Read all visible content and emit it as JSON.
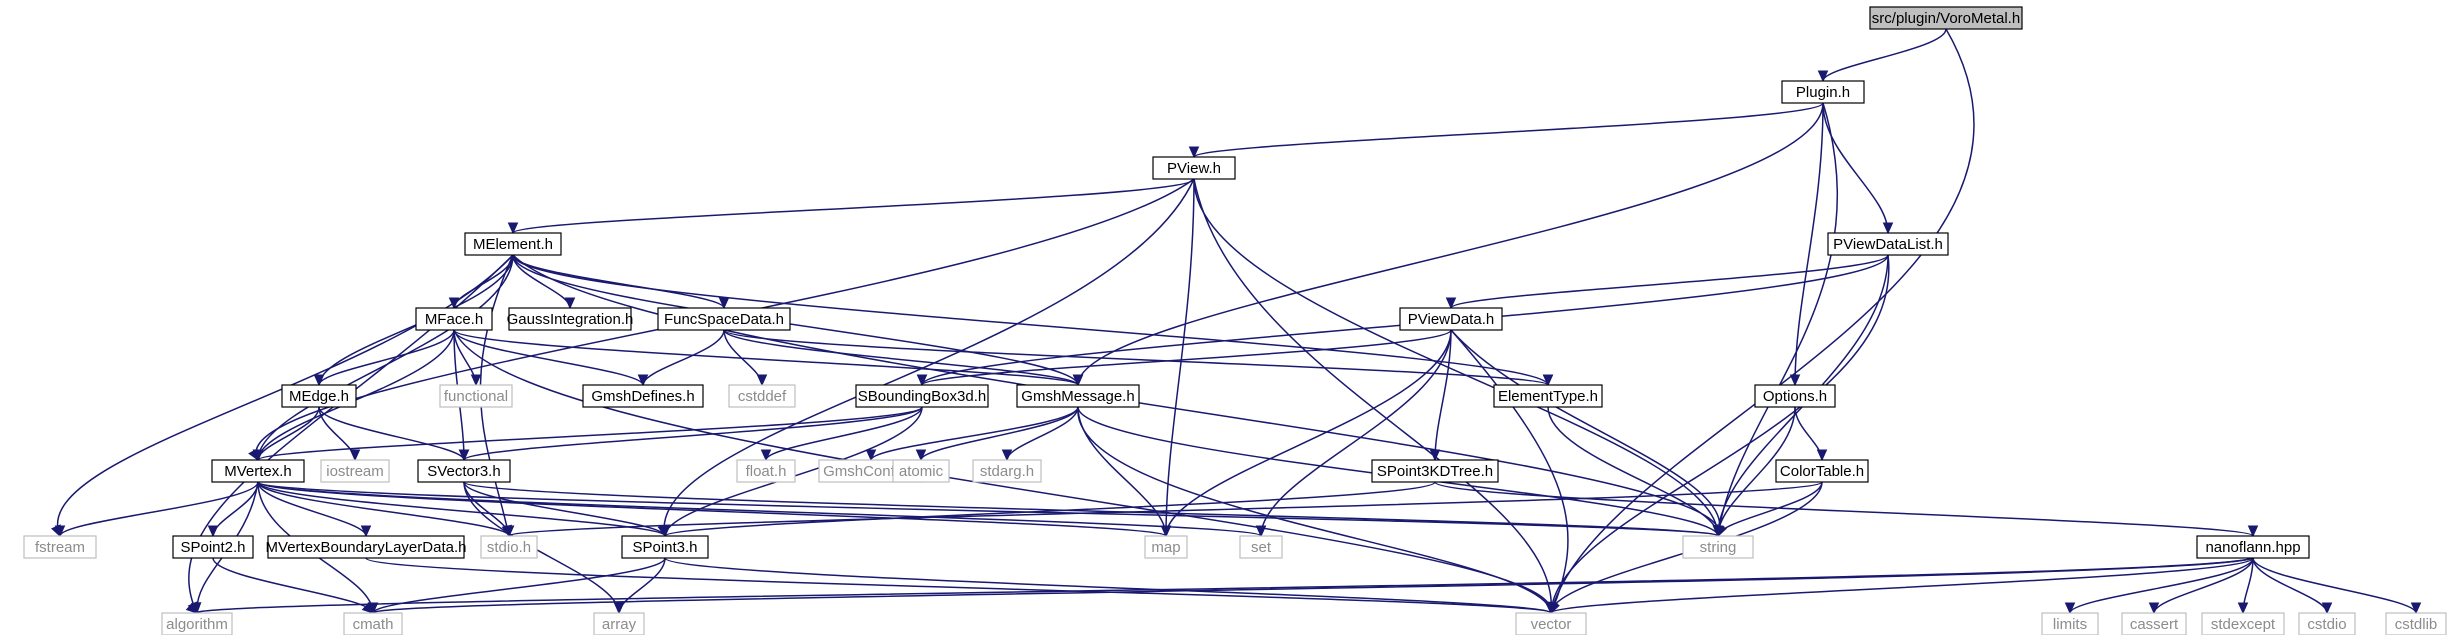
{
  "graph": {
    "nodes": [
      {
        "id": "root",
        "label": "src/plugin/VoroMetal.h",
        "kind": "root"
      },
      {
        "id": "plugin",
        "label": "Plugin.h",
        "kind": "project"
      },
      {
        "id": "pview",
        "label": "PView.h",
        "kind": "project"
      },
      {
        "id": "pviewdatalist",
        "label": "PViewDataList.h",
        "kind": "project"
      },
      {
        "id": "melement",
        "label": "MElement.h",
        "kind": "project"
      },
      {
        "id": "pviewdata",
        "label": "PViewData.h",
        "kind": "project"
      },
      {
        "id": "mface",
        "label": "MFace.h",
        "kind": "project"
      },
      {
        "id": "gaussint",
        "label": "GaussIntegration.h",
        "kind": "project"
      },
      {
        "id": "funcspace",
        "label": "FuncSpaceData.h",
        "kind": "project"
      },
      {
        "id": "options",
        "label": "Options.h",
        "kind": "project"
      },
      {
        "id": "medge",
        "label": "MEdge.h",
        "kind": "project"
      },
      {
        "id": "functional",
        "label": "functional",
        "kind": "system"
      },
      {
        "id": "gmshdefines",
        "label": "GmshDefines.h",
        "kind": "project"
      },
      {
        "id": "cstddef",
        "label": "cstddef",
        "kind": "system"
      },
      {
        "id": "sbbox",
        "label": "SBoundingBox3d.h",
        "kind": "project"
      },
      {
        "id": "gmshmsg",
        "label": "GmshMessage.h",
        "kind": "project"
      },
      {
        "id": "elemtype",
        "label": "ElementType.h",
        "kind": "project"
      },
      {
        "id": "mvertex",
        "label": "MVertex.h",
        "kind": "project"
      },
      {
        "id": "iostream",
        "label": "iostream",
        "kind": "system"
      },
      {
        "id": "svector3",
        "label": "SVector3.h",
        "kind": "project"
      },
      {
        "id": "floath",
        "label": "float.h",
        "kind": "system"
      },
      {
        "id": "gmshconfig",
        "label": "GmshConfig.h",
        "kind": "system"
      },
      {
        "id": "atomic",
        "label": "atomic",
        "kind": "system"
      },
      {
        "id": "stdarg",
        "label": "stdarg.h",
        "kind": "system"
      },
      {
        "id": "spoint3kd",
        "label": "SPoint3KDTree.h",
        "kind": "project"
      },
      {
        "id": "colortable",
        "label": "ColorTable.h",
        "kind": "project"
      },
      {
        "id": "fstream",
        "label": "fstream",
        "kind": "system"
      },
      {
        "id": "spoint2",
        "label": "SPoint2.h",
        "kind": "project"
      },
      {
        "id": "mvblayer",
        "label": "MVertexBoundaryLayerData.h",
        "kind": "project"
      },
      {
        "id": "stdio",
        "label": "stdio.h",
        "kind": "system"
      },
      {
        "id": "spoint3",
        "label": "SPoint3.h",
        "kind": "project"
      },
      {
        "id": "map",
        "label": "map",
        "kind": "system"
      },
      {
        "id": "set",
        "label": "set",
        "kind": "system"
      },
      {
        "id": "string",
        "label": "string",
        "kind": "system"
      },
      {
        "id": "nanoflann",
        "label": "nanoflann.hpp",
        "kind": "project"
      },
      {
        "id": "algorithm",
        "label": "algorithm",
        "kind": "system"
      },
      {
        "id": "cmath",
        "label": "cmath",
        "kind": "system"
      },
      {
        "id": "array",
        "label": "array",
        "kind": "system"
      },
      {
        "id": "vector",
        "label": "vector",
        "kind": "system"
      },
      {
        "id": "limits",
        "label": "limits",
        "kind": "system"
      },
      {
        "id": "cassert",
        "label": "cassert",
        "kind": "system"
      },
      {
        "id": "stdexcept",
        "label": "stdexcept",
        "kind": "system"
      },
      {
        "id": "cstdio",
        "label": "cstdio",
        "kind": "system"
      },
      {
        "id": "cstdlib",
        "label": "cstdlib",
        "kind": "system"
      }
    ],
    "edges": [
      [
        "root",
        "plugin"
      ],
      [
        "root",
        "vector"
      ],
      [
        "plugin",
        "pview"
      ],
      [
        "plugin",
        "pviewdatalist"
      ],
      [
        "plugin",
        "options"
      ],
      [
        "plugin",
        "gmshmsg"
      ],
      [
        "plugin",
        "string"
      ],
      [
        "pview",
        "melement"
      ],
      [
        "pview",
        "mvertex"
      ],
      [
        "pview",
        "spoint3"
      ],
      [
        "pview",
        "map"
      ],
      [
        "pview",
        "vector"
      ],
      [
        "pview",
        "string"
      ],
      [
        "pviewdatalist",
        "pviewdata"
      ],
      [
        "pviewdatalist",
        "sbbox"
      ],
      [
        "pviewdatalist",
        "string"
      ],
      [
        "pviewdatalist",
        "vector"
      ],
      [
        "melement",
        "mface"
      ],
      [
        "melement",
        "medge"
      ],
      [
        "melement",
        "mvertex"
      ],
      [
        "melement",
        "gaussint"
      ],
      [
        "melement",
        "funcspace"
      ],
      [
        "melement",
        "gmshmsg"
      ],
      [
        "melement",
        "elemtype"
      ],
      [
        "melement",
        "stdio"
      ],
      [
        "melement",
        "fstream"
      ],
      [
        "melement",
        "algorithm"
      ],
      [
        "melement",
        "string"
      ],
      [
        "mface",
        "medge"
      ],
      [
        "mface",
        "mvertex"
      ],
      [
        "mface",
        "svector3"
      ],
      [
        "mface",
        "functional"
      ],
      [
        "mface",
        "gmshdefines"
      ],
      [
        "mface",
        "gmshmsg"
      ],
      [
        "mface",
        "vector"
      ],
      [
        "funcspace",
        "gmshdefines"
      ],
      [
        "funcspace",
        "cstddef"
      ],
      [
        "funcspace",
        "gmshmsg"
      ],
      [
        "funcspace",
        "elemtype"
      ],
      [
        "pviewdata",
        "sbbox"
      ],
      [
        "pviewdata",
        "spoint3kd"
      ],
      [
        "pviewdata",
        "map"
      ],
      [
        "pviewdata",
        "set"
      ],
      [
        "pviewdata",
        "string"
      ],
      [
        "pviewdata",
        "vector"
      ],
      [
        "options",
        "colortable"
      ],
      [
        "options",
        "string"
      ],
      [
        "medge",
        "mvertex"
      ],
      [
        "medge",
        "svector3"
      ],
      [
        "medge",
        "iostream"
      ],
      [
        "sbbox",
        "mvertex"
      ],
      [
        "sbbox",
        "svector3"
      ],
      [
        "sbbox",
        "spoint3"
      ],
      [
        "sbbox",
        "floath"
      ],
      [
        "gmshmsg",
        "gmshconfig"
      ],
      [
        "gmshmsg",
        "atomic"
      ],
      [
        "gmshmsg",
        "stdarg"
      ],
      [
        "gmshmsg",
        "map"
      ],
      [
        "gmshmsg",
        "string"
      ],
      [
        "gmshmsg",
        "vector"
      ],
      [
        "elemtype",
        "string"
      ],
      [
        "mvertex",
        "fstream"
      ],
      [
        "mvertex",
        "spoint2"
      ],
      [
        "mvertex",
        "mvblayer"
      ],
      [
        "mvertex",
        "stdio"
      ],
      [
        "mvertex",
        "spoint3"
      ],
      [
        "mvertex",
        "map"
      ],
      [
        "mvertex",
        "set"
      ],
      [
        "mvertex",
        "string"
      ],
      [
        "mvertex",
        "algorithm"
      ],
      [
        "mvertex",
        "cmath"
      ],
      [
        "svector3",
        "stdio"
      ],
      [
        "svector3",
        "spoint3"
      ],
      [
        "svector3",
        "array"
      ],
      [
        "svector3",
        "string"
      ],
      [
        "spoint3kd",
        "spoint3"
      ],
      [
        "spoint3kd",
        "nanoflann"
      ],
      [
        "colortable",
        "stdio"
      ],
      [
        "colortable",
        "string"
      ],
      [
        "colortable",
        "vector"
      ],
      [
        "spoint2",
        "cmath"
      ],
      [
        "mvblayer",
        "vector"
      ],
      [
        "spoint3",
        "cmath"
      ],
      [
        "spoint3",
        "array"
      ],
      [
        "spoint3",
        "vector"
      ],
      [
        "nanoflann",
        "algorithm"
      ],
      [
        "nanoflann",
        "cmath"
      ],
      [
        "nanoflann",
        "vector"
      ],
      [
        "nanoflann",
        "limits"
      ],
      [
        "nanoflann",
        "cassert"
      ],
      [
        "nanoflann",
        "stdexcept"
      ],
      [
        "nanoflann",
        "cstdio"
      ],
      [
        "nanoflann",
        "cstdlib"
      ]
    ]
  }
}
